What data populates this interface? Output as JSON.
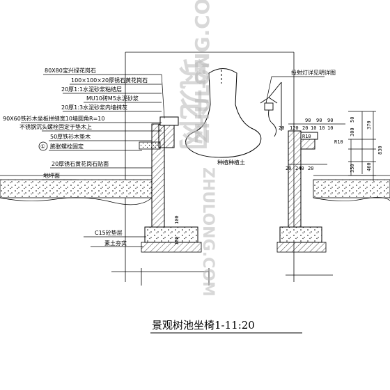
{
  "title": "景观树池坐椅1-11:20",
  "watermark": {
    "brand": "筑龙网",
    "domain": "ZHULONG.COM",
    "domain_vertical": "ZHULONG.COM"
  },
  "labels": {
    "stone_cap": "80X80宝兴绿花岗石",
    "granite_top": "100×100×20厚锈石黄花岗石",
    "mortar_bond": "20厚1:1水泥砂浆粘结层",
    "brick_wall": "MU10砖M5水泥砂浆",
    "inner_render": "20厚1:3水泥砂浆内墙抹灰",
    "bench_board": "90X60铁衫木坐板拼缝宽10墙圆角R=10",
    "bolts": "不锈钢沉头螺栓固定于垫木上",
    "pad_wood": "50厚铁衫木垫木",
    "expansion": "膨胀螺栓固定",
    "cladding": "20厚锈石黄花岗石贴面",
    "ground_line": "地坪面",
    "c15": "C15砼垫层",
    "soil": "素土夯实",
    "planting_soil": "种植种植土",
    "spotlight": "投射灯详见明详图",
    "detail_mark": "①"
  },
  "dims": {
    "d20a": "20",
    "d120": "120",
    "d20b": "20",
    "d10a": "10",
    "d10b": "10",
    "d10c": "10",
    "d90a": "90",
    "d90b": "90",
    "d90c": "90",
    "r10a": "R10",
    "r10b": "R10",
    "d50": "50",
    "d300": "300",
    "d370": "370",
    "d830": "830",
    "d350": "350",
    "d460": "460",
    "w20a": "20",
    "w240": "240",
    "w20b": "20",
    "h100": "100",
    "h100b": "100"
  }
}
